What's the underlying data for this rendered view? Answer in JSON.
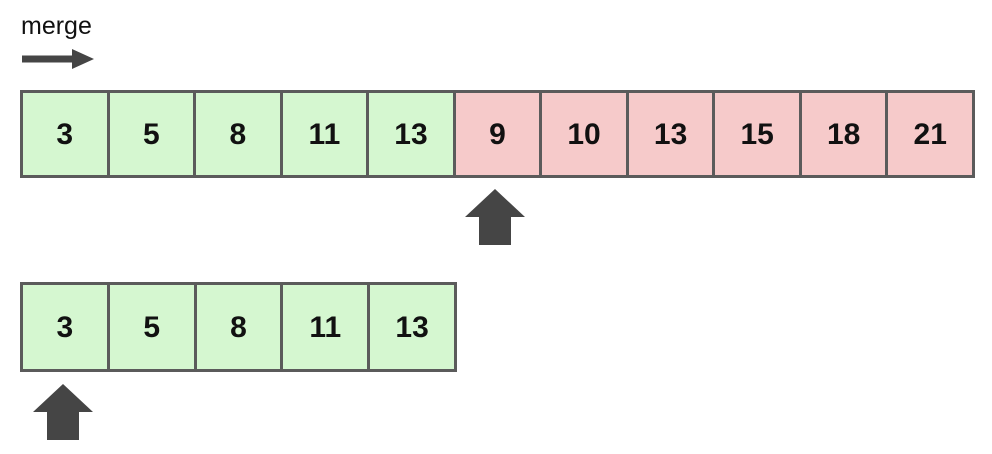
{
  "labels": {
    "merge": "merge"
  },
  "colors": {
    "background": "#ffffff",
    "green_cell": "#d5f7d0",
    "pink_cell": "#f6caca",
    "border": "#5b5b5b",
    "arrow": "#454545",
    "text": "#111111"
  },
  "merged_array": {
    "cells": [
      {
        "value": "3",
        "group": "left-sorted"
      },
      {
        "value": "5",
        "group": "left-sorted"
      },
      {
        "value": "8",
        "group": "left-sorted"
      },
      {
        "value": "11",
        "group": "left-sorted"
      },
      {
        "value": "13",
        "group": "left-sorted"
      },
      {
        "value": "9",
        "group": "right-unmerged"
      },
      {
        "value": "10",
        "group": "right-unmerged"
      },
      {
        "value": "13",
        "group": "right-unmerged"
      },
      {
        "value": "15",
        "group": "right-unmerged"
      },
      {
        "value": "18",
        "group": "right-unmerged"
      },
      {
        "value": "21",
        "group": "right-unmerged"
      }
    ],
    "pointer_index": 5
  },
  "left_subarray": {
    "cells": [
      {
        "value": "3"
      },
      {
        "value": "5"
      },
      {
        "value": "8"
      },
      {
        "value": "11"
      },
      {
        "value": "13"
      }
    ],
    "pointer_index": 0
  }
}
